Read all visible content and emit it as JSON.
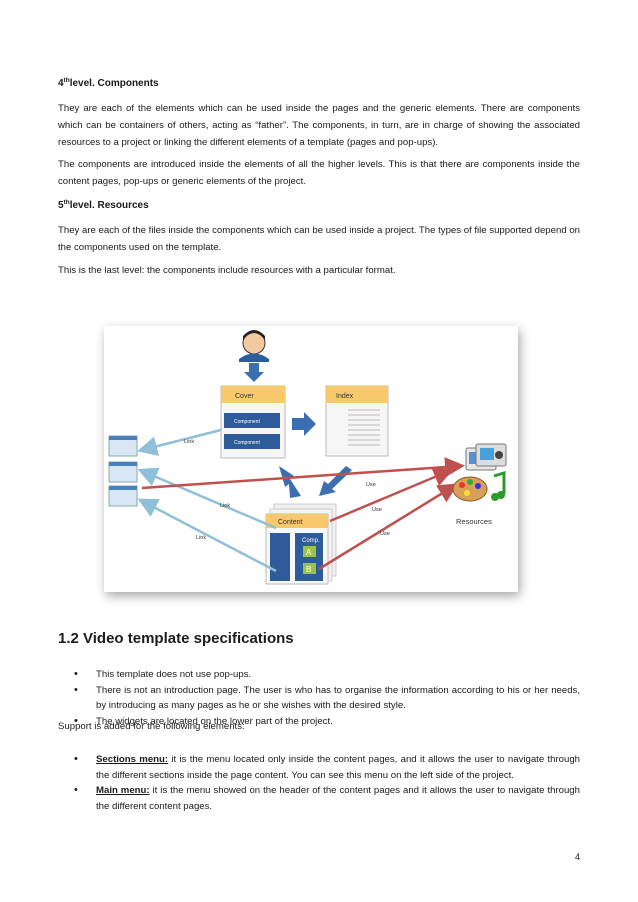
{
  "section4": {
    "heading_num": "4",
    "heading_sup": "th",
    "heading_text": "level. Components",
    "p1": " They are each of the elements which can be used inside the pages and the generic elements. There are components which can be containers of others, acting as “father”. The components, in turn, are in charge of showing the associated resources to a project or linking the different elements of a template (pages and pop-ups).",
    "p2": "The components are introduced inside the elements of all the higher levels. This is that there are components inside the content pages, pop-ups or generic elements of the project."
  },
  "section5": {
    "heading_num": "5",
    "heading_sup": "th",
    "heading_text": "level. Resources",
    "p1": "They are each of the files inside the components which can be used inside a project. The types of file supported depend on the components used on the template.",
    "p2": "This is the last level: the components include resources with a particular format."
  },
  "diagram": {
    "cover": "Cover",
    "index": "Index",
    "component": "Component",
    "content": "Content",
    "comp": "Comp.",
    "comp_a": "A",
    "comp_b": "B",
    "resources": "Resources",
    "link": "Link",
    "use": "Use"
  },
  "section12": {
    "heading": "1.2 Video template specifications",
    "bullets": [
      "This template does not use pop-ups.",
      "There is not an introduction page. The user is who has to organise the information according to his or her needs, by introducing as many pages as he or she wishes with the desired style.",
      "The widgets are located on the lower part of the project."
    ],
    "support": "Support is added for the following elements:",
    "items": [
      {
        "term": "Sections menu:",
        "text": " it is the menu located only inside the content pages, and it allows the user to navigate through the different sections inside the page content. You can see this menu on the left side of the project."
      },
      {
        "term": "Main menu:",
        "text": " it is the menu showed on the header of the content pages and it allows the user to navigate through the different content pages."
      }
    ]
  },
  "page_number": "4"
}
